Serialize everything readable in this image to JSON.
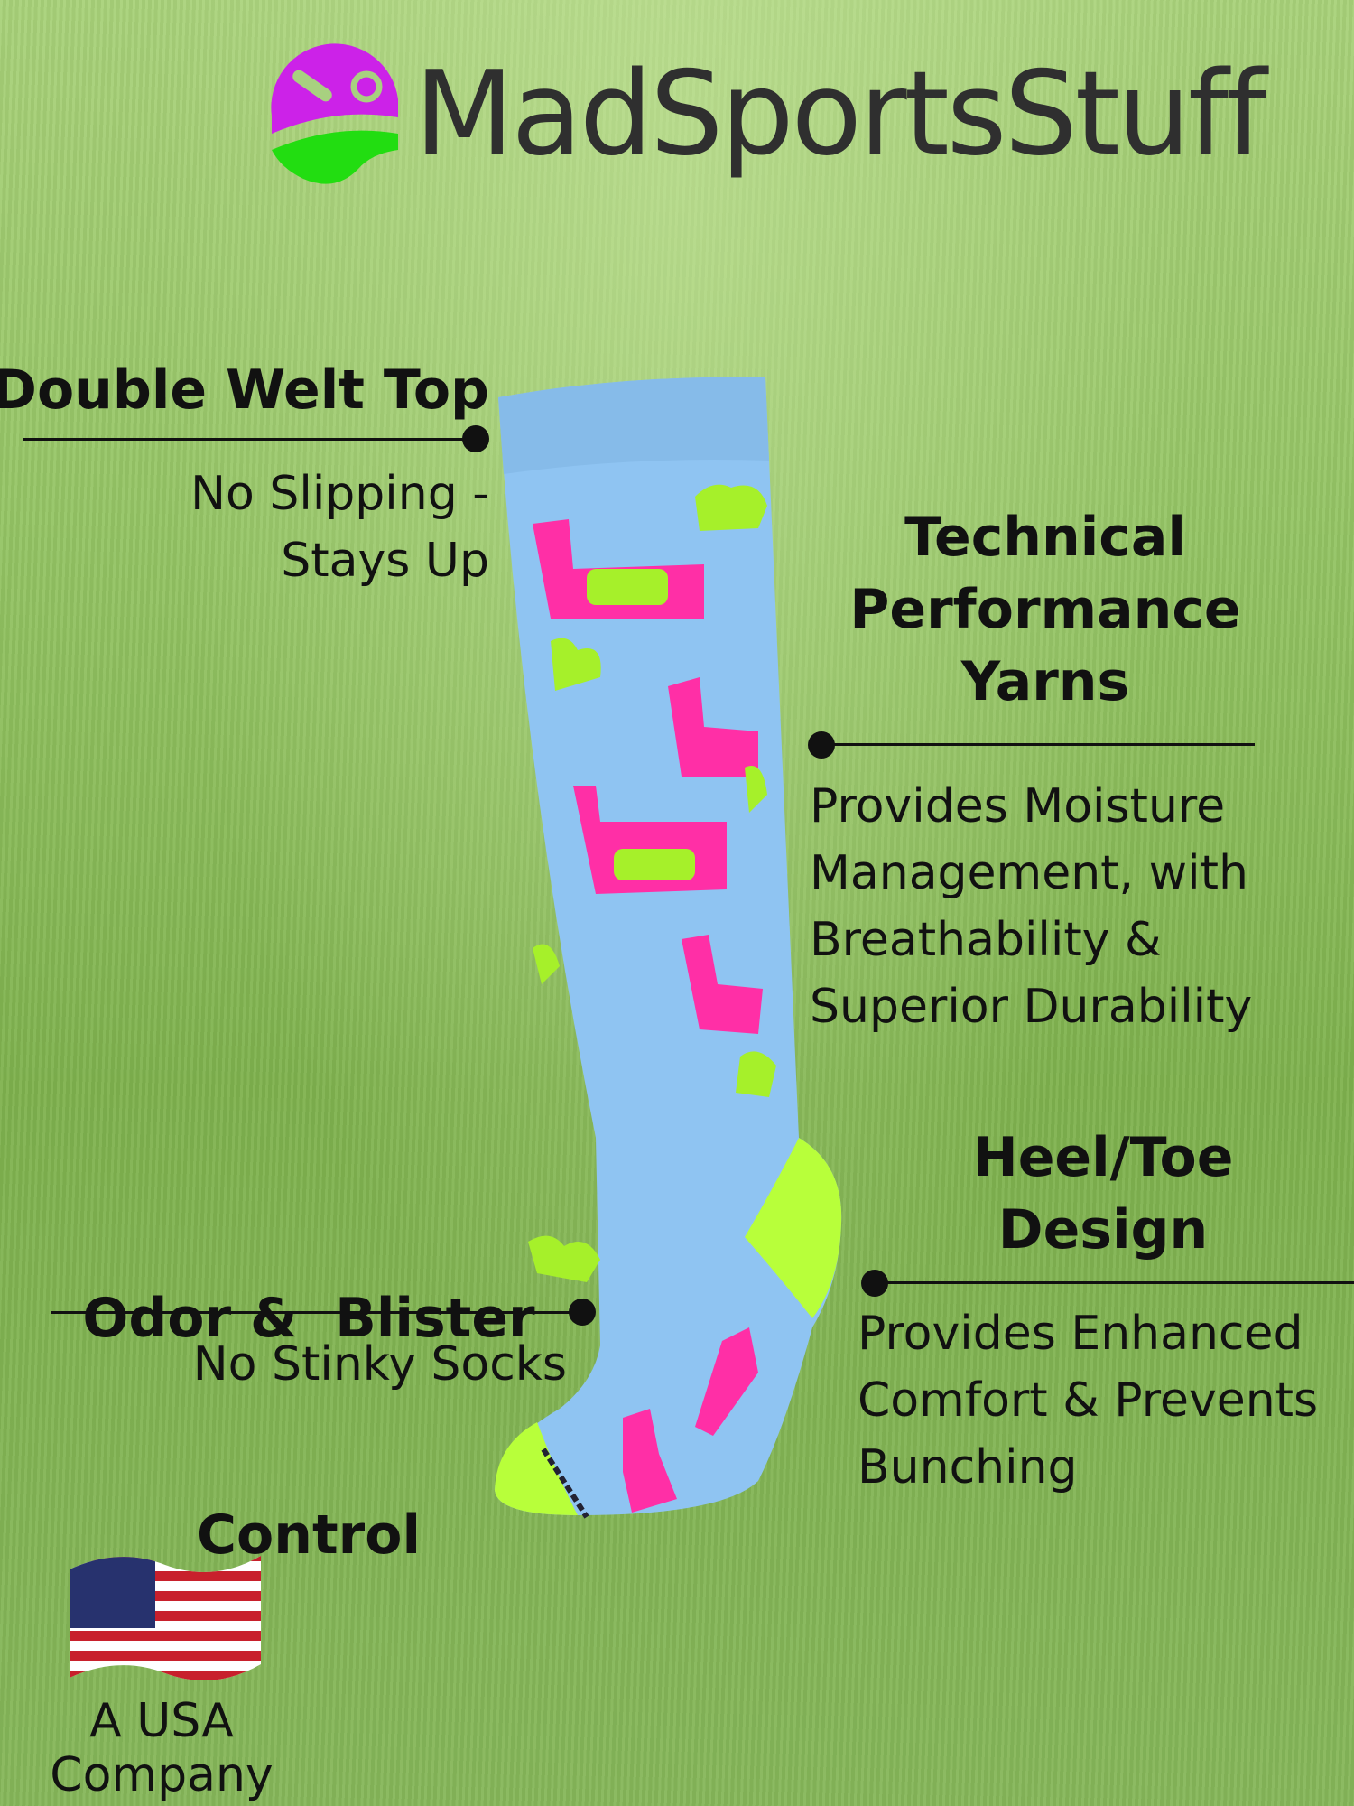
{
  "brand": {
    "name": "MadSportsStuff",
    "colors": {
      "purple": "#cc22e8",
      "green": "#22dd11"
    }
  },
  "features": [
    {
      "title": "Double Welt Top",
      "description": [
        "No Slipping -",
        "Stays Up"
      ]
    },
    {
      "title": [
        "Technical",
        "Performance",
        "Yarns"
      ],
      "description": [
        "Provides Moisture",
        "Management, with",
        "Breathability &",
        "Superior Durability"
      ]
    },
    {
      "title": [
        "Odor &  Blister",
        "Control"
      ],
      "description": [
        "No Stinky Socks"
      ]
    },
    {
      "title": [
        "Heel/Toe",
        "Design"
      ],
      "description": [
        "Provides Enhanced",
        "Comfort & Prevents",
        "Bunching"
      ]
    }
  ],
  "badge": {
    "lines": [
      "A USA",
      "Company"
    ]
  },
  "sock": {
    "colors": {
      "body": "#8fc4f2",
      "heel_toe": "#b8ff3a",
      "llama": "#ff2fa6",
      "cactus": "#a6f02a"
    }
  }
}
